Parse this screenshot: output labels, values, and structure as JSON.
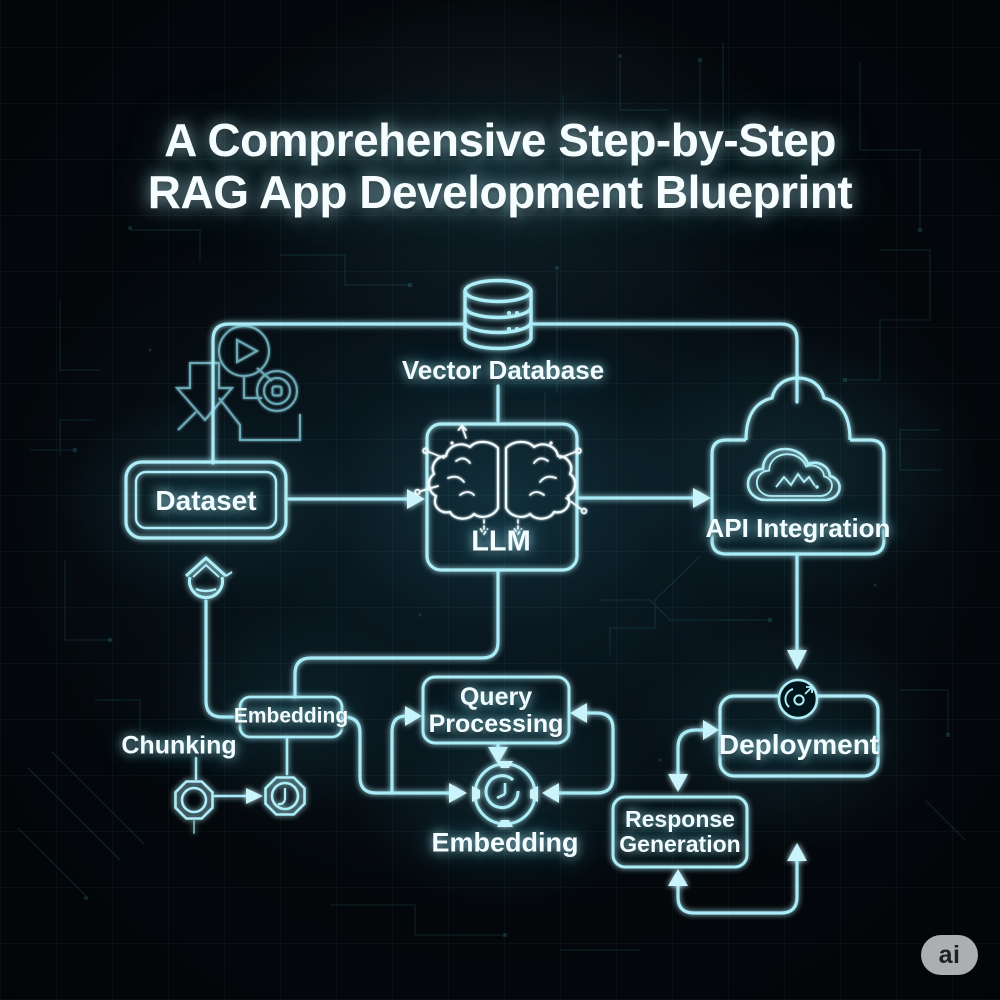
{
  "title": {
    "lines": [
      "A Comprehensive Step-by-Step",
      "RAG App Development Blueprint"
    ]
  },
  "badge": {
    "label": "ai"
  },
  "colors": {
    "wire": "#a9ecf7",
    "wire_bright": "#d6f8fe",
    "arrow": "#c9f4fb",
    "box_stroke": "#aeeef8",
    "icon_white": "#f0fafc",
    "background": "#04090e"
  },
  "nodes": {
    "vector_database": {
      "label": "Vector Database",
      "icon": "database-cylinder-icon"
    },
    "dataset": {
      "label": "Dataset"
    },
    "llm": {
      "label": "LLM",
      "icon": "brain-icon"
    },
    "api_integration": {
      "label": "API Integration",
      "icon": "cloud-icon"
    },
    "embedding_left": {
      "label": "Embedding"
    },
    "chunking": {
      "label": "Chunking",
      "icons": [
        "gear-icon",
        "gear-pointer-icon"
      ]
    },
    "query_processing": {
      "lines": [
        "Query",
        "Processing"
      ]
    },
    "embedding_bottom": {
      "label": "Embedding",
      "icon": "clock-icon"
    },
    "deployment": {
      "label": "Deployment",
      "icon": "rocket-circle-icon"
    },
    "response_generation": {
      "lines": [
        "Response",
        "Generation"
      ]
    },
    "ingest": {
      "icon": "media-ingest-icon"
    },
    "home": {
      "icon": "house-icon"
    }
  }
}
